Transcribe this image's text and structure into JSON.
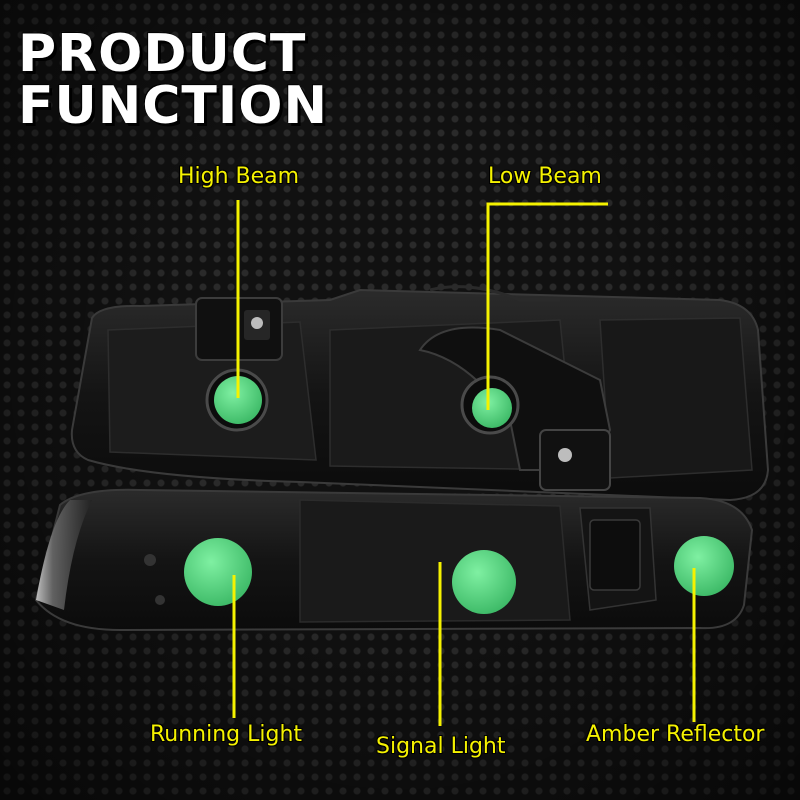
{
  "title": {
    "line1": "PRODUCT",
    "line2": "FUNCTION"
  },
  "callouts": {
    "high_beam": "High Beam",
    "low_beam": "Low Beam",
    "running_light": "Running Light",
    "signal_light": "Signal Light",
    "amber_reflector": "Amber Reflector"
  },
  "colors": {
    "label": "#f5f200",
    "leader_line": "#f5f200",
    "bulb_marker": "#4fd47a",
    "housing": "#151515"
  }
}
